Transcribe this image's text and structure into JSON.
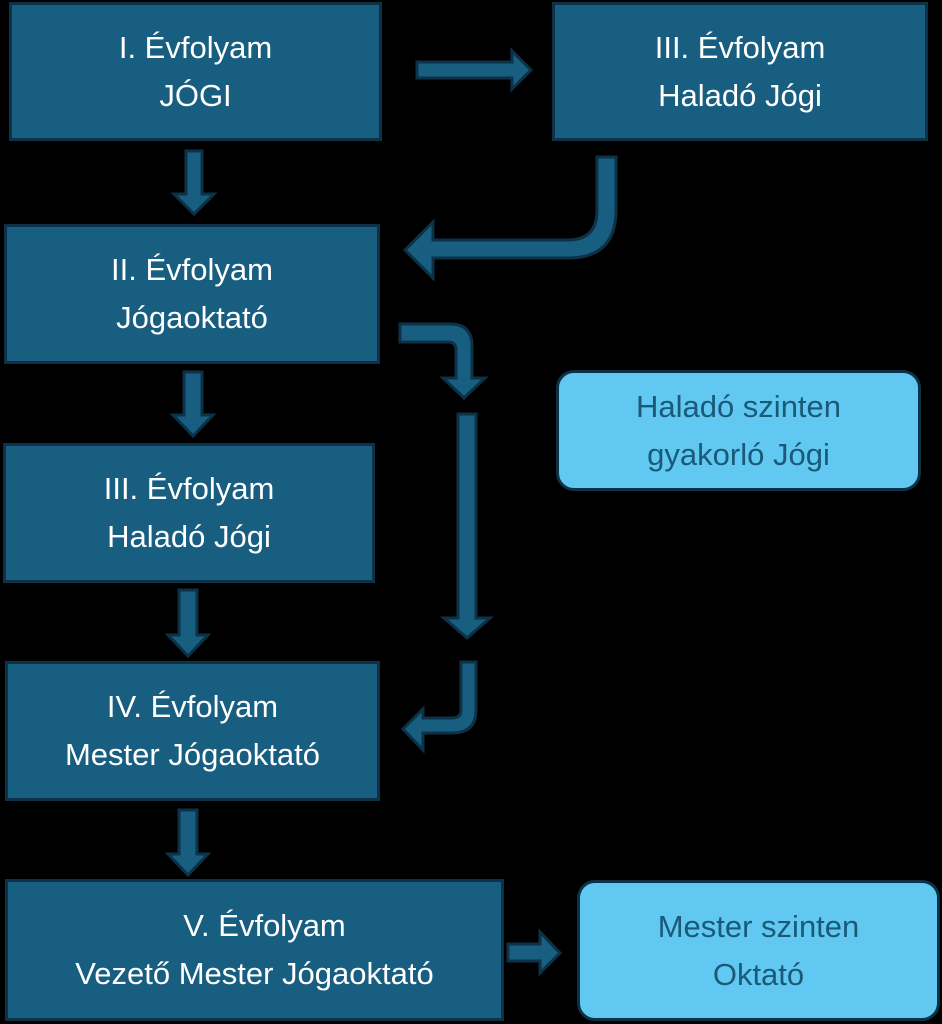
{
  "diagram": {
    "nodes": [
      {
        "id": "year1",
        "line1": "I. Évfolyam",
        "line2": "JÓGI"
      },
      {
        "id": "year3_top",
        "line1": "III. Évfolyam",
        "line2": "Haladó Jógi"
      },
      {
        "id": "year2",
        "line1": "II. Évfolyam",
        "line2": "Jógaoktató"
      },
      {
        "id": "year3",
        "line1": "III. Évfolyam",
        "line2": "Haladó Jógi"
      },
      {
        "id": "year4",
        "line1": "IV. Évfolyam",
        "line2": "Mester Jógaoktató"
      },
      {
        "id": "year5",
        "line1": "V. Évfolyam",
        "line2": "Vezető Mester Jógaoktató"
      },
      {
        "id": "advanced_outcome",
        "line1": "Haladó szinten",
        "line2": "gyakorló Jógi"
      },
      {
        "id": "master_outcome",
        "line1": "Mester szinten",
        "line2": "Oktató"
      }
    ],
    "edges": [
      {
        "from": "year1",
        "to": "year3_top"
      },
      {
        "from": "year1",
        "to": "year2"
      },
      {
        "from": "year3_top",
        "to": "year2"
      },
      {
        "from": "year3_top",
        "to": "advanced_outcome"
      },
      {
        "from": "year2",
        "to": "year3"
      },
      {
        "from": "year2",
        "to": "year4"
      },
      {
        "from": "year3",
        "to": "year4"
      },
      {
        "from": "year4",
        "to": "year5"
      },
      {
        "from": "year5",
        "to": "master_outcome"
      }
    ],
    "colors": {
      "box_fill": "#175e80",
      "box_border": "#0d3247",
      "outcome_fill": "#61c9f1",
      "outcome_text": "#1a5a78",
      "background": "#000000"
    }
  }
}
